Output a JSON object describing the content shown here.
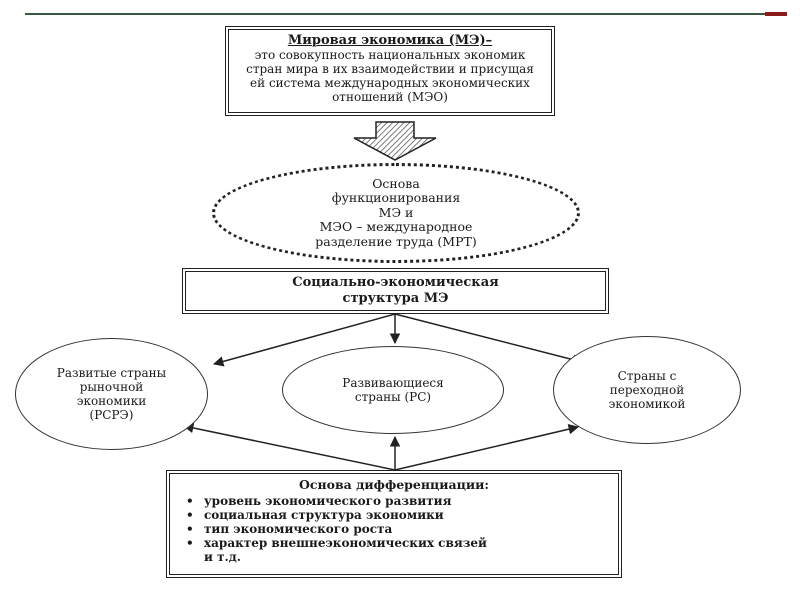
{
  "definition": {
    "title": "Мировая экономика (МЭ)–",
    "text": "это совокупность национальных экономик стран мира в их взаимодействии и присущая ей система международных экономических отношений (МЭО)"
  },
  "basis": {
    "lines": [
      "Основа",
      "функционирования",
      "МЭ и",
      "МЭО – международное",
      "разделение труда (МРТ)"
    ]
  },
  "structure": {
    "lines": [
      "Социально-экономическая",
      "структура МЭ"
    ]
  },
  "groups": {
    "developed": [
      "Развитые страны",
      "рыночной",
      "экономики",
      "(РСРЭ)"
    ],
    "developing": [
      "Развивающиеся",
      "страны (РС)"
    ],
    "transition": [
      "Страны с",
      "переходной",
      "экономикой"
    ]
  },
  "differentiation": {
    "title": "Основа дифференциации:",
    "bullet": "•",
    "items": [
      "уровень экономического развития",
      "социальная структура экономики",
      "тип экономического роста",
      "характер внешнеэкономических связей",
      "и т.д."
    ]
  }
}
